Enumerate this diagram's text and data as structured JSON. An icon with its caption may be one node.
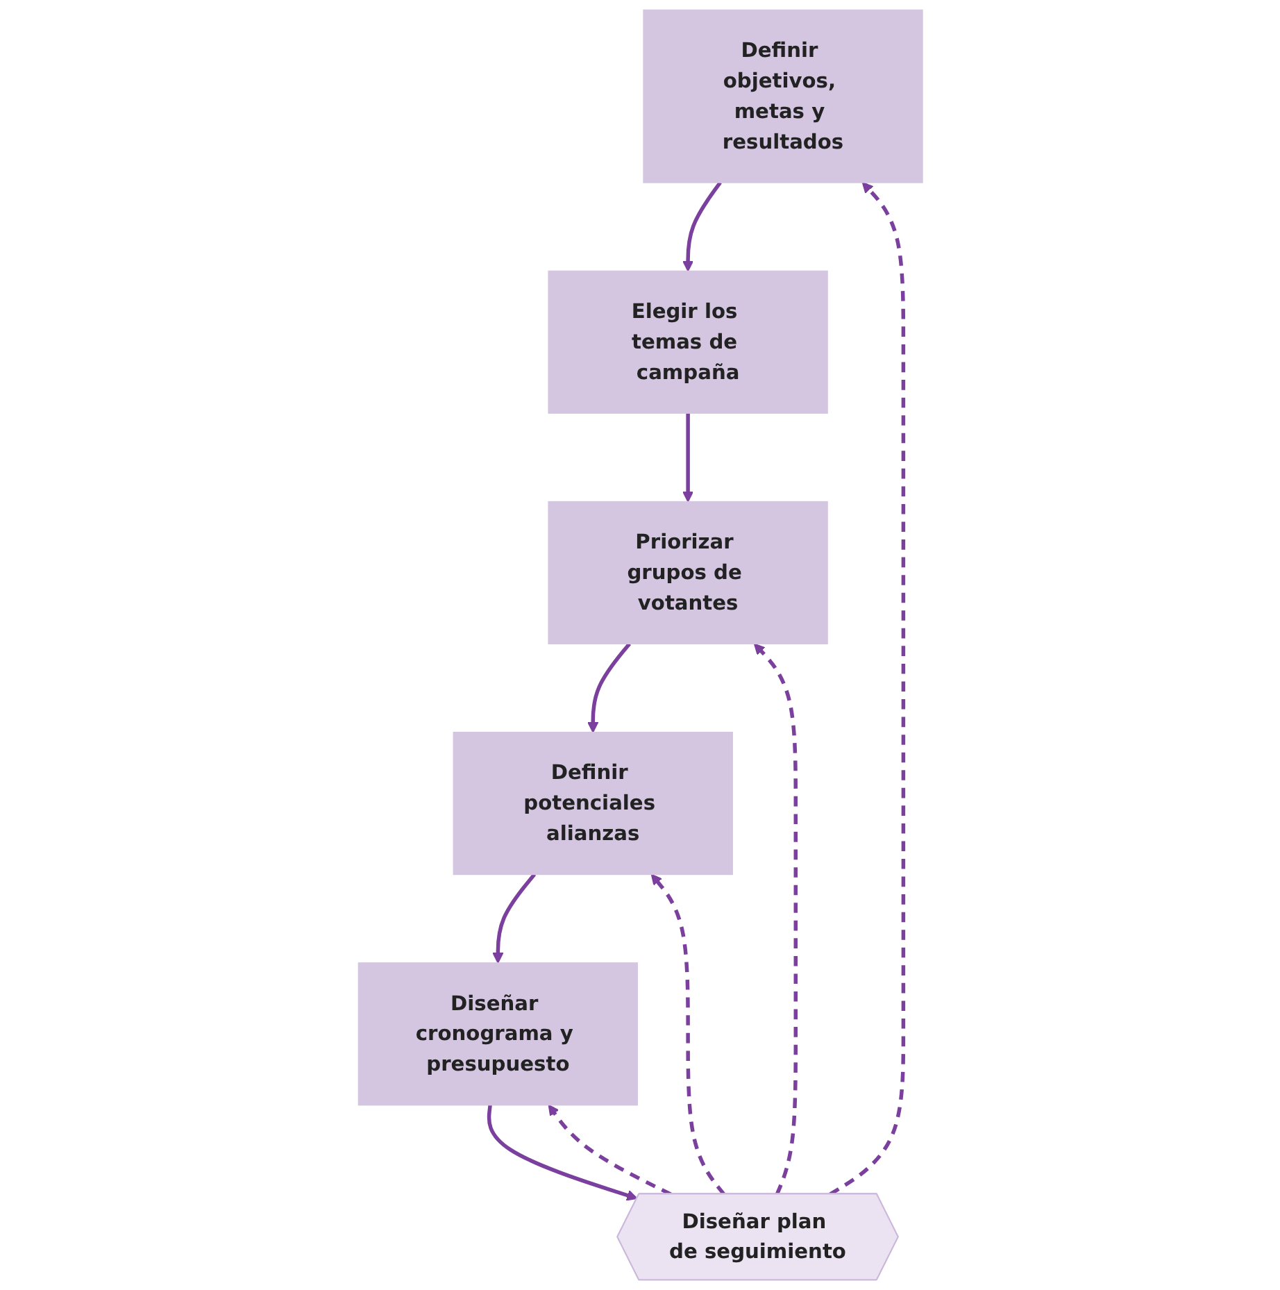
{
  "diagram": {
    "nodes": [
      {
        "text": [
          "Definir objetivos, metas y resultados"
        ]
      },
      {
        "text": [
          "Elegir los temas de campaña"
        ]
      },
      {
        "text": [
          "Priorizar grupos de votantes"
        ]
      },
      {
        "text": [
          "Definir potenciales alianzas"
        ]
      },
      {
        "text": [
          "Diseñar cronograma y presupuesto"
        ]
      },
      {
        "text": [
          "Diseñar plan de seguimiento"
        ]
      }
    ],
    "edges": [
      {
        "from": 0,
        "to": 1,
        "arrow": "to"
      },
      {
        "from": 1,
        "to": 2,
        "arrow": "to"
      },
      {
        "from": 2,
        "to": 3,
        "arrow": "to"
      },
      {
        "from": 3,
        "to": 4,
        "arrow": "to"
      },
      {
        "from": 4,
        "to": 5,
        "arrow": "to"
      },
      {
        "from": 5,
        "to": 4,
        "arrow": "to",
        "style": "dashed"
      },
      {
        "from": 5,
        "to": 0,
        "arrow": "to",
        "style": "dashed"
      },
      {
        "from": 5,
        "to": 3,
        "arrow": "to",
        "style": "dashed"
      },
      {
        "from": 5,
        "to": 2,
        "arrow": "to",
        "style": "dashed"
      }
    ]
  }
}
